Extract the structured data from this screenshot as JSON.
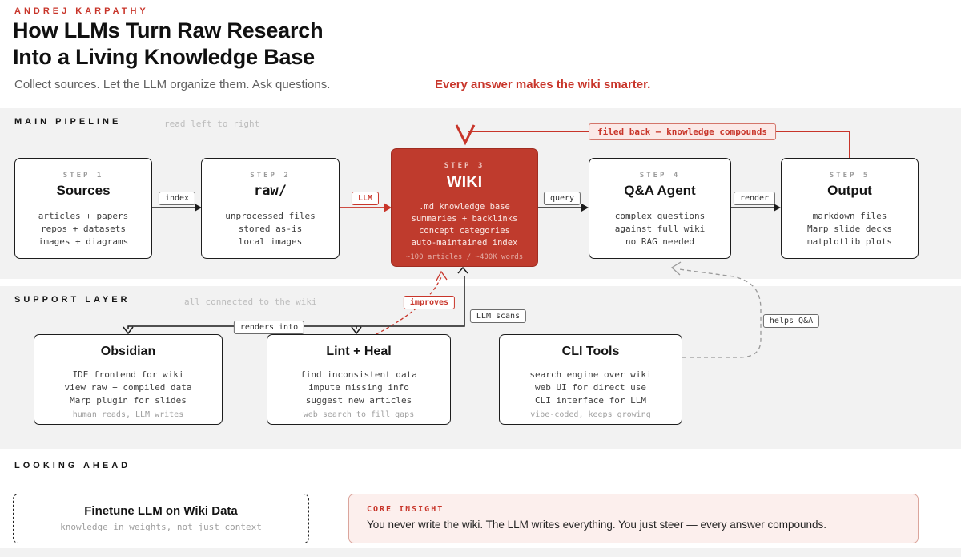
{
  "header": {
    "byline": "ANDREJ KARPATHY",
    "title_line1": "How LLMs Turn Raw Research",
    "title_line2": "Into a Living Knowledge Base",
    "subtitle": "Collect sources. Let the LLM organize them. Ask questions.",
    "subtitle_accent": "Every answer makes the wiki smarter."
  },
  "pipeline": {
    "label": "MAIN PIPELINE",
    "note": "read left to right",
    "feedback_label": "filed back — knowledge compounds",
    "arrow_labels": {
      "index": "index",
      "llm": "LLM",
      "query": "query",
      "render": "render"
    },
    "steps": [
      {
        "step": "STEP 1",
        "title": "Sources",
        "lines": [
          "articles + papers",
          "repos + datasets",
          "images + diagrams"
        ]
      },
      {
        "step": "STEP 2",
        "title": "raw/",
        "lines": [
          "unprocessed files",
          "stored as-is",
          "local images"
        ]
      },
      {
        "step": "STEP 3",
        "title": "WIKI",
        "lines": [
          ".md knowledge base",
          "summaries + backlinks",
          "concept categories",
          "auto-maintained index"
        ],
        "footnote": "~100 articles / ~400K words"
      },
      {
        "step": "STEP 4",
        "title": "Q&A Agent",
        "lines": [
          "complex questions",
          "against full wiki",
          "no RAG needed"
        ]
      },
      {
        "step": "STEP 5",
        "title": "Output",
        "lines": [
          "markdown files",
          "Marp slide decks",
          "matplotlib plots"
        ]
      }
    ]
  },
  "support": {
    "label": "SUPPORT LAYER",
    "note": "all connected to the wiki",
    "connector_labels": {
      "improves": "improves",
      "llm_scans": "LLM scans",
      "renders_into": "renders into",
      "helps_qa": "helps Q&A"
    },
    "boxes": [
      {
        "title": "Obsidian",
        "lines": [
          "IDE frontend for wiki",
          "view raw + compiled data",
          "Marp plugin for slides"
        ],
        "footnote": "human reads, LLM writes"
      },
      {
        "title": "Lint + Heal",
        "lines": [
          "find inconsistent data",
          "impute missing info",
          "suggest new articles"
        ],
        "footnote": "web search to fill gaps"
      },
      {
        "title": "CLI Tools",
        "lines": [
          "search engine over wiki",
          "web UI for direct use",
          "CLI interface for LLM"
        ],
        "footnote": "vibe-coded, keeps growing"
      }
    ]
  },
  "ahead": {
    "label": "LOOKING AHEAD",
    "finetune_title": "Finetune LLM on Wiki Data",
    "finetune_note": "knowledge in weights, not just context",
    "insight_label": "CORE INSIGHT",
    "insight_text": "You never write the wiki. The LLM writes everything. You just steer — every answer compounds."
  },
  "colors": {
    "accent": "#c8352a",
    "wiki_bg": "#bf3b2d",
    "band": "#f2f2f2",
    "insight_bg": "#fcefed"
  }
}
